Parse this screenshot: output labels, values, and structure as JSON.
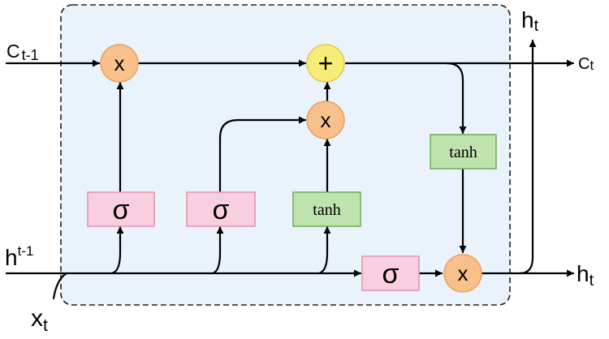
{
  "colors": {
    "cell_background": "#EAF3FB",
    "cell_border": "#222222",
    "multiply_node": "#F8C08A",
    "multiply_border": "#E9A060",
    "add_node": "#F8EC78",
    "add_border": "#E2C94A",
    "sigma_gate": "#F8CFDF",
    "sigma_border": "#E58FB4",
    "tanh_gate": "#BFE3AE",
    "tanh_border": "#6AAE54",
    "wire": "#000000"
  },
  "inputs": {
    "cell_prev": {
      "main": "C",
      "sub": "t-1"
    },
    "hidden_prev": {
      "main": "h",
      "sup": "t-1"
    },
    "x_input": {
      "main": "x",
      "sub": "t"
    }
  },
  "outputs": {
    "cell_out": {
      "main": "C",
      "sub": "t"
    },
    "hidden_top": {
      "main": "h",
      "sub": "t"
    },
    "hidden_right": {
      "main": "h",
      "sub": "t"
    }
  },
  "nodes": {
    "forget_multiply": "x",
    "cell_add": "+",
    "input_multiply": "x",
    "output_multiply": "x"
  },
  "gates": {
    "forget_sigma": "σ",
    "input_sigma": "σ",
    "candidate_tanh": "tanh",
    "output_sigma": "σ",
    "cell_tanh": "tanh"
  }
}
